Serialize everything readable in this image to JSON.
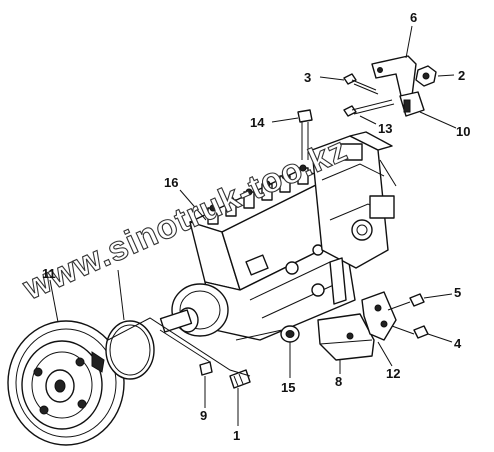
{
  "callouts": [
    {
      "id": "c1",
      "text": "1"
    },
    {
      "id": "c2",
      "text": "2"
    },
    {
      "id": "c3",
      "text": "3"
    },
    {
      "id": "c4",
      "text": "4"
    },
    {
      "id": "c5",
      "text": "5"
    },
    {
      "id": "c6",
      "text": "6"
    },
    {
      "id": "c8",
      "text": "8"
    },
    {
      "id": "c9",
      "text": "9"
    },
    {
      "id": "c10",
      "text": "10"
    },
    {
      "id": "c11",
      "text": "11"
    },
    {
      "id": "c12",
      "text": "12"
    },
    {
      "id": "c13",
      "text": "13"
    },
    {
      "id": "c14",
      "text": "14"
    },
    {
      "id": "c15",
      "text": "15"
    },
    {
      "id": "c16",
      "text": "16"
    }
  ],
  "watermark": "www.sinotruk-too.kz"
}
